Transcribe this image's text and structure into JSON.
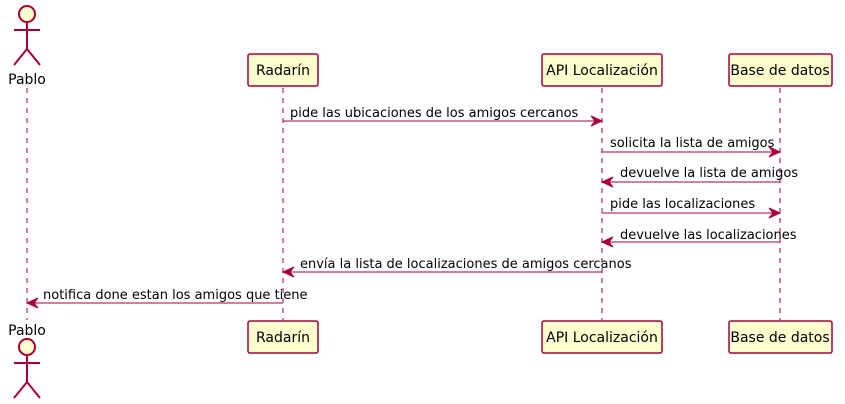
{
  "diagram": {
    "participants": [
      {
        "id": "pablo",
        "label": "Pablo",
        "kind": "actor"
      },
      {
        "id": "radarin",
        "label": "Radarín",
        "kind": "participant"
      },
      {
        "id": "api",
        "label": "API Localización",
        "kind": "participant"
      },
      {
        "id": "db",
        "label": "Base de datos",
        "kind": "participant"
      }
    ],
    "messages": [
      {
        "from": "radarin",
        "to": "api",
        "label": "pide las ubicaciones de los amigos cercanos"
      },
      {
        "from": "api",
        "to": "db",
        "label": "solicita la lista de amigos"
      },
      {
        "from": "db",
        "to": "api",
        "label": "devuelve la lista de amigos"
      },
      {
        "from": "api",
        "to": "db",
        "label": "pide las localizaciones"
      },
      {
        "from": "db",
        "to": "api",
        "label": "devuelve las localizaciones"
      },
      {
        "from": "api",
        "to": "radarin",
        "label": "envía la lista de localizaciones de amigos cercanos"
      },
      {
        "from": "radarin",
        "to": "pablo",
        "label": "notifica done estan los amigos que tiene"
      }
    ]
  }
}
